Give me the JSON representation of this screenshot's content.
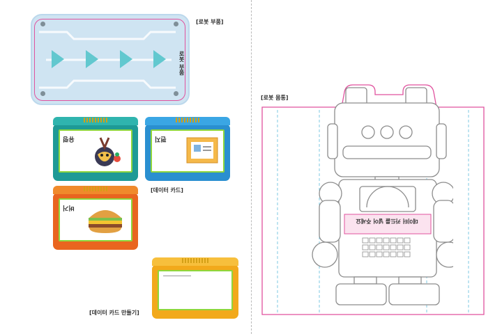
{
  "labels": {
    "robot_part": "[로봇 부품]",
    "data_card": "[데이터 카드]",
    "make_data_card": "[데이터 카드 만들기]",
    "robot_body": "[로봇 몸통]"
  },
  "robot_part_card": {
    "side_text": "로봇 부품",
    "arrow_count": 4,
    "accent_color": "#62c8cf"
  },
  "data_cards": [
    {
      "word": "유령",
      "frame_color": "#1e9a96"
    },
    {
      "word": "편지",
      "frame_color": "#2a8fd0"
    },
    {
      "word": "버거",
      "frame_color": "#e9651f"
    }
  ],
  "blank_card": {
    "frame_color": "#f2a91b"
  },
  "robot_body": {
    "chest_text": "데이터 카드를 넣어 주세요"
  },
  "colors": {
    "cut_line": "#e0529e",
    "fold_line": "#7ec8e3",
    "outline": "#8c8c8c"
  }
}
